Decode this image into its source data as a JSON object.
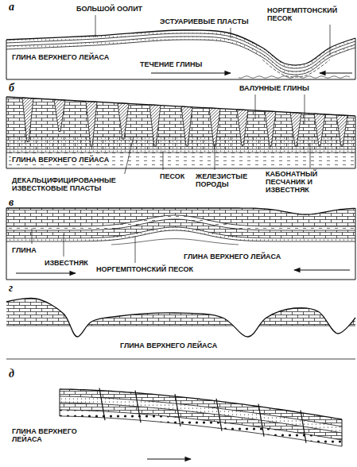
{
  "diagram": {
    "labels": [
      "а",
      "БОЛЬШОЙ ООЛИТ",
      "ЭСТУАРИЕВЫЕ ПЛАСТЫ",
      "НОРГЕМПТОНСКИЙ ПЕСОК",
      "ГЛИНА ВЕРХНЕГО ЛЕЙАСА",
      "ТЕЧЕНИЕ ГЛИНЫ",
      "б",
      "ВАЛУННЫЕ ГЛИНЫ",
      "ГЛИНА ВЕРХНЕГО ЛЕЙАСА",
      "ПЕСОК",
      "ДЕКАЛЬЦИФИЦИРОВАННЫЕ ИЗВЕСТКОВЫЕ ПЛАСТЫ",
      "ЖЕЛЕЗИСТЫЕ ПОРОДЫ",
      "КАБОНАТНЫЙ ПЕСЧАНИК И ИЗВЕСТНЯК",
      "в",
      "ГЛИНА",
      "ИЗВЕСТНЯК",
      "ГЛИНА ВЕРХНЕГО ЛЕЙАСА",
      "НОРГЕМПТОНСКИЙ ПЕСОК",
      "г",
      "ГЛИНА ВЕРХНЕГО ЛЕЙАСА",
      "д",
      "ГЛИНА ВЕРХНЕГО ЛЕЙАСА"
    ]
  }
}
